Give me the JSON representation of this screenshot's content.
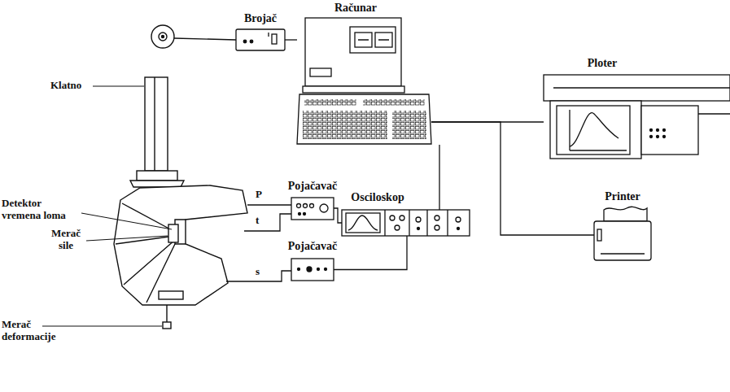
{
  "diagram": {
    "nodes": [
      {
        "text": [
          "Brojač"
        ]
      },
      {
        "text": [
          "Računar"
        ]
      },
      {
        "text": [
          "Ploter"
        ]
      },
      {
        "text": [
          "Pojačavač"
        ]
      },
      {
        "text": [
          "Osciloskop"
        ]
      },
      {
        "text": [
          "Printer"
        ]
      },
      {
        "text": [
          "Pojačavač"
        ]
      }
    ],
    "edges": [
      {
        "from": 0,
        "to": 1,
        "arrow": "none"
      },
      {
        "from": 1,
        "to": 2,
        "arrow": "none"
      },
      {
        "from": 1,
        "to": 4,
        "arrow": "none"
      },
      {
        "from": 1,
        "to": 5,
        "arrow": "none"
      },
      {
        "from": 3,
        "to": 4,
        "arrow": "none"
      },
      {
        "from": 6,
        "to": 4,
        "arrow": "none"
      }
    ],
    "labels": [
      "Klatno",
      "Detektor vremena loma",
      "Merač sile",
      "Merač deformacije",
      "P",
      "t",
      "s"
    ]
  }
}
